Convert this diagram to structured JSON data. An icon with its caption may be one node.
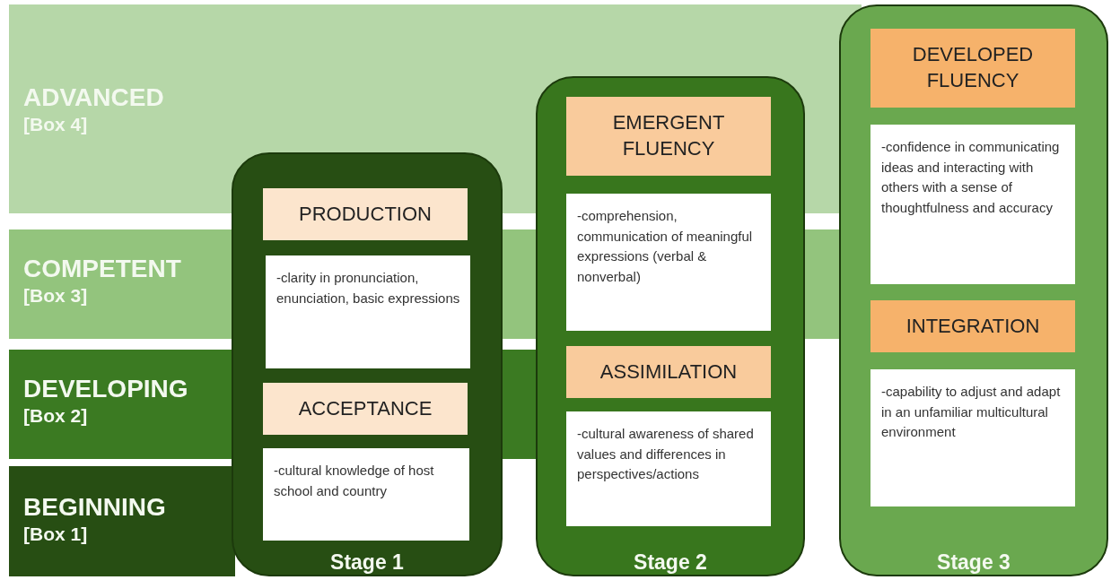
{
  "diagram": {
    "nodes": [
      {
        "text": [
          "ADVANCED",
          "[Box 4]"
        ]
      },
      {
        "text": [
          "COMPETENT",
          "[Box 3]"
        ]
      },
      {
        "text": [
          "DEVELOPING",
          "[Box 2]"
        ]
      },
      {
        "text": [
          "BEGINNING",
          "[Box 1]"
        ]
      },
      {
        "text": [
          "Stage 1"
        ]
      },
      {
        "text": [
          "PRODUCTION"
        ],
        "in": 4
      },
      {
        "text": [
          "-clarity in pronunciation, enunciation, basic expressions"
        ],
        "in": 4
      },
      {
        "text": [
          "ACCEPTANCE"
        ],
        "in": 4
      },
      {
        "text": [
          "-cultural knowledge of host school and country"
        ],
        "in": 4
      },
      {
        "text": [
          "Stage 2"
        ]
      },
      {
        "text": [
          "EMERGENT FLUENCY"
        ],
        "in": 9
      },
      {
        "text": [
          "-comprehension, communication of meaningful expressions (verbal & nonverbal)"
        ],
        "in": 9
      },
      {
        "text": [
          "ASSIMILATION"
        ],
        "in": 9
      },
      {
        "text": [
          "-cultural awareness of shared values and differences in perspectives/actions"
        ],
        "in": 9
      },
      {
        "text": [
          "Stage 3"
        ]
      },
      {
        "text": [
          "DEVELOPED FLUENCY"
        ],
        "in": 14
      },
      {
        "text": [
          "-confidence in communicating ideas and interacting with others with a sense of thoughtfulness and accuracy"
        ],
        "in": 14
      },
      {
        "text": [
          "INTEGRATION"
        ],
        "in": 14
      },
      {
        "text": [
          "-capability to adjust and adapt in an unfamiliar multicultural environment"
        ],
        "in": 14
      },
      {
        "text": [],
        "shape": "bar"
      },
      {
        "text": [],
        "shape": "bar"
      },
      {
        "text": [],
        "shape": "bar"
      },
      {
        "text": [],
        "shape": "bar"
      },
      {
        "text": [],
        "shape": "bar"
      },
      {
        "text": [],
        "shape": "bar"
      },
      {
        "text": [],
        "shape": "bar"
      }
    ]
  }
}
